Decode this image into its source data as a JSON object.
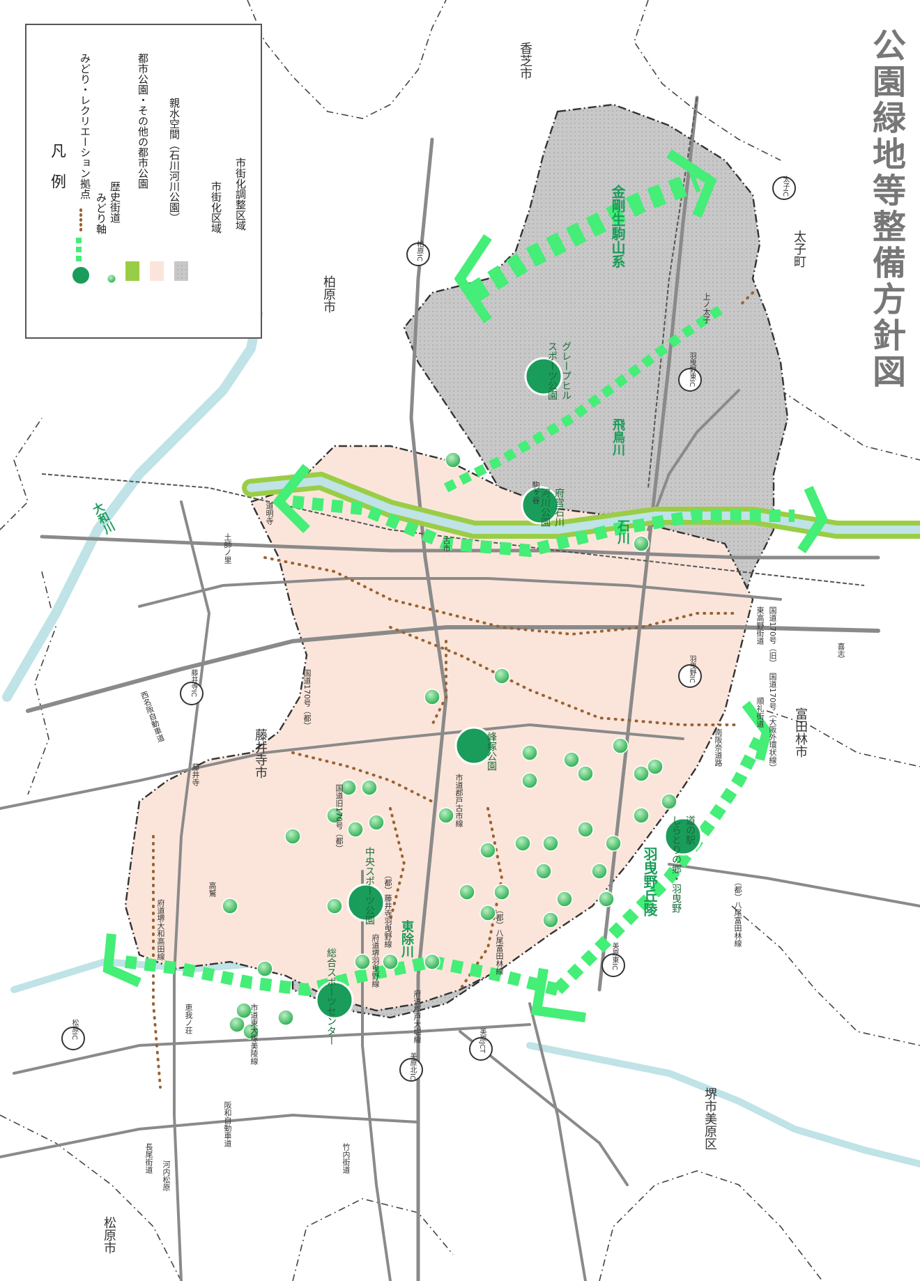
{
  "title": "公園緑地等整備方針図",
  "legend": {
    "heading": "凡　例",
    "items": [
      {
        "label": "みどり・レクリエーション拠点",
        "symbol": "big-green-circle",
        "color": "#1a9c5a"
      },
      {
        "label": "みどり軸",
        "symbol": "dashed-arrow",
        "color": "#44ee77"
      },
      {
        "label": "歴史街道",
        "symbol": "brown-dots",
        "color": "#9a6232"
      },
      {
        "label": "都市公園・その他の都市公園",
        "symbol": "small-green-circle",
        "color": "#3fbf5f"
      },
      {
        "label": "親水空間（石川河川公園）",
        "symbol": "olive-band",
        "color": "#9acd46"
      },
      {
        "label": "市街化区域",
        "symbol": "pink-area",
        "color": "#fbe5da"
      },
      {
        "label": "市街化調整区域",
        "symbol": "gray-area",
        "color": "#c8c8c8"
      }
    ]
  },
  "colors": {
    "urbanization": "#fbe5da",
    "control": "#c8c8c8",
    "river": "#bfe3e6",
    "riverpark": "#9acd46",
    "axis": "#44ee77",
    "hub": "#1a9c5a",
    "park": "#3fbf5f",
    "road": "#8a8a8a",
    "heritage": "#9a6232",
    "boundary": "#333333"
  },
  "cities": [
    {
      "id": "kashiba",
      "name": "香芝市"
    },
    {
      "id": "kashiwara",
      "name": "柏原市"
    },
    {
      "id": "taishi",
      "name": "太子町"
    },
    {
      "id": "fujiidera",
      "name": "藤井寺市"
    },
    {
      "id": "tondabayashi",
      "name": "富田林市"
    },
    {
      "id": "sakai-mihara",
      "name": "堺市美原区"
    },
    {
      "id": "matsubara",
      "name": "松原市"
    }
  ],
  "green_axes": [
    {
      "id": "kongo",
      "name": "金剛生駒山系"
    },
    {
      "id": "asuka",
      "name": "飛鳥川"
    },
    {
      "id": "ishikawa",
      "name": "石川"
    },
    {
      "id": "habikino-hills",
      "name": "羽曳野丘陵"
    },
    {
      "id": "higashiyoke",
      "name": "東除川"
    },
    {
      "id": "yamato",
      "name": "大和川"
    }
  ],
  "hubs": [
    {
      "id": "grape-hill",
      "name": "グレープヒル\nスポーツ公園"
    },
    {
      "id": "ishikawa-park",
      "name": "府営石川\n河川公園"
    },
    {
      "id": "minezuka",
      "name": "峰塚公園"
    },
    {
      "id": "michinoeki",
      "name": "道の駅\nしらとりの郷・羽曳野"
    },
    {
      "id": "chuo-sports",
      "name": "中央スポーツ公園"
    },
    {
      "id": "sogo-sports",
      "name": "総合スポーツセンター"
    }
  ],
  "ic": [
    {
      "id": "kashiwara-ic",
      "name": "柏原IC"
    },
    {
      "id": "taishi-ic",
      "name": "太子IC"
    },
    {
      "id": "habikino-higashi-ic",
      "name": "羽曳野東IC"
    },
    {
      "id": "habikino-ic",
      "name": "羽曳野IC"
    },
    {
      "id": "fujiidera-ic",
      "name": "藤井寺IC"
    },
    {
      "id": "mihara-higashi-ic",
      "name": "美原東IC"
    },
    {
      "id": "mihara-kita-ic",
      "name": "美原北IC"
    },
    {
      "id": "mihara-jct",
      "name": "美原JCT"
    },
    {
      "id": "matsubara-ic",
      "name": "松原IC"
    }
  ],
  "road_labels": [
    {
      "id": "r1",
      "text": "東高野街道"
    },
    {
      "id": "r2",
      "text": "国道170号（旧）"
    },
    {
      "id": "r3",
      "text": "国道170号（大阪外環状線）"
    },
    {
      "id": "r4",
      "text": "竹内街道"
    },
    {
      "id": "r5",
      "text": "南阪奈道路"
    },
    {
      "id": "r6",
      "text": "（都）八尾富田林線"
    },
    {
      "id": "r7",
      "text": "西名阪自動車道"
    },
    {
      "id": "r8",
      "text": "阪和自動車道"
    },
    {
      "id": "r9",
      "text": "長尾街道"
    },
    {
      "id": "r10",
      "text": "河内松原"
    },
    {
      "id": "r11",
      "text": "府道堺大和高田線"
    },
    {
      "id": "r12",
      "text": "府道堺羽曳野線"
    },
    {
      "id": "r13",
      "text": "府道郡戸大堀線"
    },
    {
      "id": "r14",
      "text": "市道東大塚美陵線"
    },
    {
      "id": "r15",
      "text": "市道郡戸古市線"
    },
    {
      "id": "r16",
      "text": "（都）八尾富田林線"
    },
    {
      "id": "r17",
      "text": "国道170号（都）"
    },
    {
      "id": "r18",
      "text": "国道旧170号（都）"
    },
    {
      "id": "r19",
      "text": "（都）藤井寺羽曳野線"
    },
    {
      "id": "r20",
      "text": "上ノ太子"
    },
    {
      "id": "r21",
      "text": "駒ヶ谷"
    },
    {
      "id": "r22",
      "text": "古市"
    },
    {
      "id": "r23",
      "text": "道明寺"
    },
    {
      "id": "r24",
      "text": "土師ノ里"
    },
    {
      "id": "r25",
      "text": "藤井寺"
    },
    {
      "id": "r26",
      "text": "高鷲"
    },
    {
      "id": "r27",
      "text": "恵我ノ荘"
    },
    {
      "id": "r28",
      "text": "喜志"
    },
    {
      "id": "r29",
      "text": "順礼街道"
    }
  ]
}
